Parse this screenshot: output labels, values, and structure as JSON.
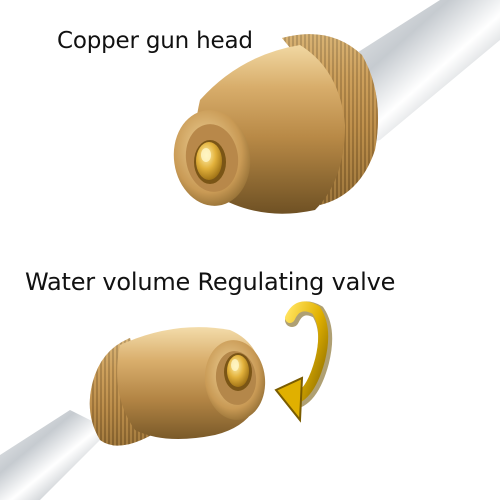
{
  "labels": {
    "top": "Copper gun head",
    "bottom": "Water volume Regulating valve"
  },
  "illustration": {
    "upper_part": "copper-gun-head",
    "lower_part": "regulating-valve",
    "rotation_arrow": "rotate-arrow-icon"
  },
  "colors": {
    "background": "#ffffff",
    "text": "#111111",
    "brass": "#c8995a",
    "brass_dark": "#8a6a32",
    "brass_light": "#ecd29a",
    "steel": "#d0d4d8",
    "arrow": "#e0b000",
    "arrow_shadow": "#7a5c00"
  }
}
